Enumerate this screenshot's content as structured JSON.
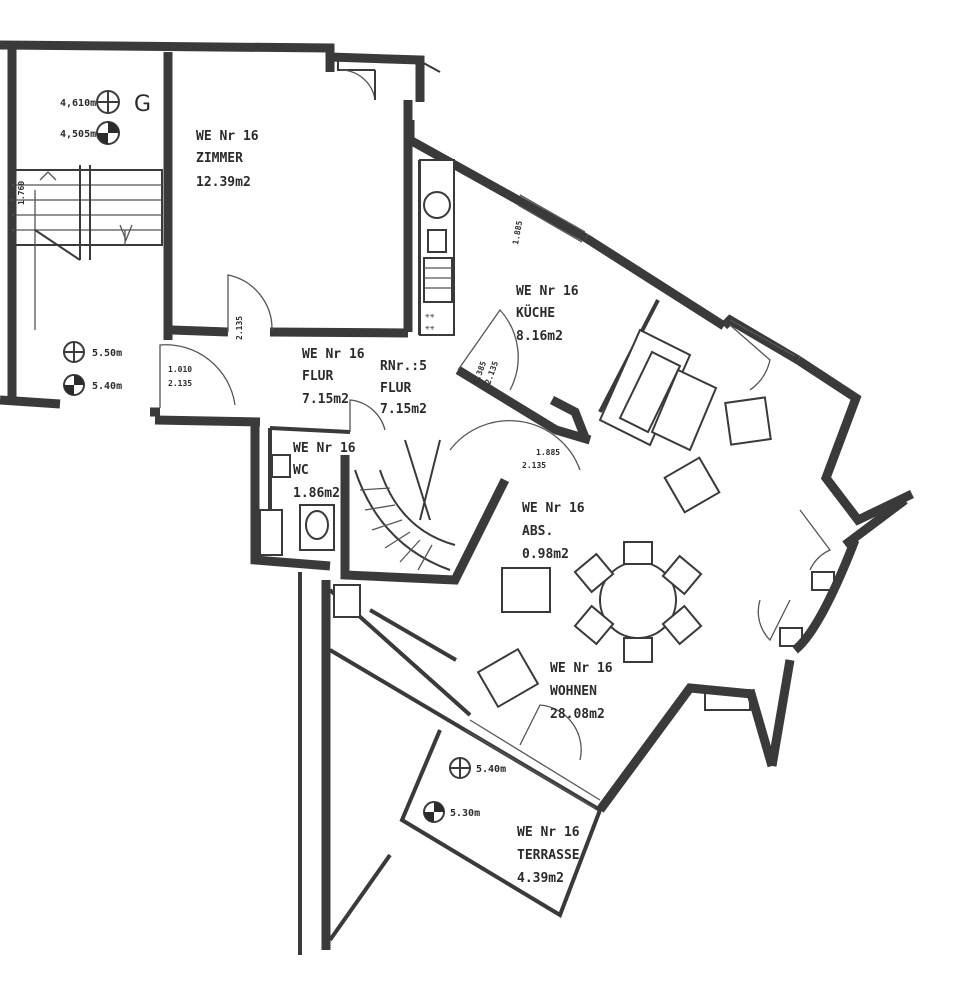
{
  "rooms": {
    "zimmer": {
      "unit": "WE Nr 16",
      "name": "ZIMMER",
      "area": "12.39m2"
    },
    "kueche": {
      "unit": "WE Nr 16",
      "name": "KÜCHE",
      "area": "8.16m2"
    },
    "flur": {
      "unit": "WE Nr 16",
      "name": "FLUR",
      "area": "7.15m2"
    },
    "flur_rnr": {
      "unit": "RNr.:5",
      "name": "FLUR",
      "area": "7.15m2"
    },
    "wc": {
      "unit": "WE Nr 16",
      "name": "WC",
      "area": "1.86m2"
    },
    "abs": {
      "unit": "WE Nr 16",
      "name": "ABS.",
      "area": "0.98m2"
    },
    "wohnen": {
      "unit": "WE Nr 16",
      "name": "WOHNEN",
      "area": "28.08m2"
    },
    "terrasse": {
      "unit": "WE Nr 16",
      "name": "TERRASSE",
      "area": "4.39m2"
    }
  },
  "levels": {
    "stair_top_a": "4,610m",
    "stair_top_b": "4,505m",
    "stair_grade": "G",
    "hall_a": "5.50m",
    "hall_b": "5.40m",
    "terrace_a": "5.40m",
    "terrace_b": "5.30m"
  },
  "dims": {
    "door_flur": "1.010",
    "door_flur_h": "2.135",
    "door_wohnen": "1.885",
    "door_wohnen_h": "2.135",
    "door_kueche": "1.385",
    "door_kueche_h": "2.135",
    "win_kueche": "1.885",
    "stair_w": "2.135",
    "flur_sm": "1.760"
  }
}
